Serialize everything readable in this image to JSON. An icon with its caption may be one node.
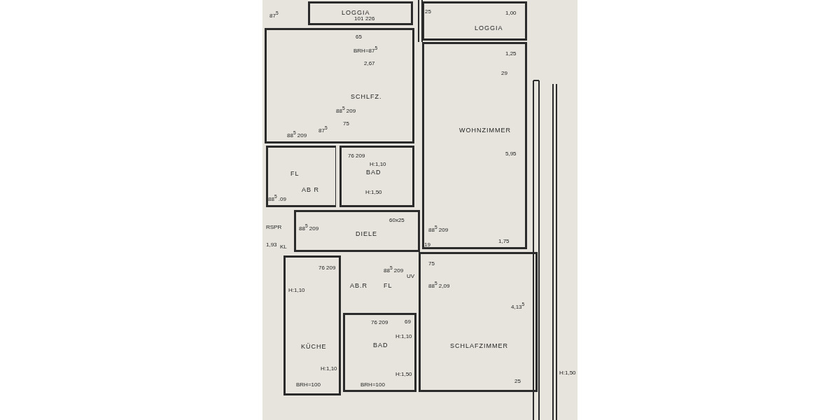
{
  "diagram": {
    "nodes": [
      {
        "text": [
          "LOGGIA"
        ]
      },
      {
        "text": [
          "LOGGIA"
        ]
      },
      {
        "text": [
          "SCHLFZ."
        ]
      },
      {
        "text": [
          "WOHNZIMMER"
        ]
      },
      {
        "text": [
          "BAD"
        ]
      },
      {
        "text": [
          "FL"
        ]
      },
      {
        "text": [
          "AB R"
        ]
      },
      {
        "text": [
          "DIELE"
        ]
      },
      {
        "text": [
          "AB.R"
        ]
      },
      {
        "text": [
          "FL"
        ]
      },
      {
        "text": [
          "KÜCHE"
        ]
      },
      {
        "text": [
          "BAD"
        ]
      },
      {
        "text": [
          "SCHLAFZIMMER"
        ]
      }
    ],
    "labels": [
      "87$^{5}$",
      "101",
      "226",
      "65",
      "BRH=87$^{5}$",
      "2,67",
      "88$^{5}$ 209",
      "88$^{5}$ 209",
      "87$^{5}$",
      "75",
      "25",
      "1,00",
      "1,25",
      "29",
      "5,95",
      "76 209",
      "H:1,10",
      "H:1,50",
      "88$^{5}$ .09",
      "60x25",
      "RSPR",
      "88$^{5}$ 209",
      "1,93",
      "KL",
      "88$^{5}$ 209",
      "1,75",
      "19",
      "76 209",
      "88$^{5}$ 209",
      "UV",
      "75",
      "88$^{5}$ 2,09",
      "H:1,10",
      "76 209",
      "69",
      "H:1,10",
      "H:1,50",
      "H:1,10",
      "BRH=100",
      "BRH=100",
      "4,13$^{5}$",
      "25",
      "H:1,50"
    ]
  }
}
